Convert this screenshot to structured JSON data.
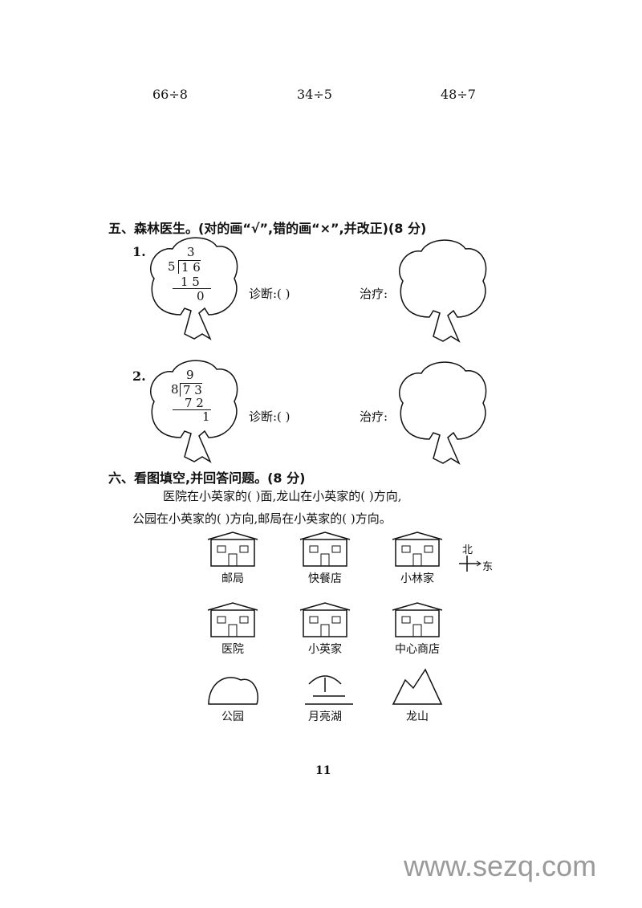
{
  "problems": [
    "66÷8",
    "34÷5",
    "48÷7"
  ],
  "section5": {
    "title": "五、森林医生。(对的画“√”,错的画“×”,并改正)(8 分)",
    "items": [
      {
        "num": "1.",
        "quotient": "3",
        "divisor": "5",
        "dividend": "1 6",
        "product": "1 5",
        "remainder": "0",
        "diagnosis": "诊断:(     )",
        "treatment": "治疗:"
      },
      {
        "num": "2.",
        "quotient": "9",
        "divisor": "8",
        "dividend": "7 3",
        "product": "7 2",
        "remainder": "1",
        "diagnosis": "诊断:(     )",
        "treatment": "治疗:"
      }
    ]
  },
  "section6": {
    "title": "六、看图填空,并回答问题。(8 分)",
    "line1": "医院在小英家的(        )面,龙山在小英家的(        )方向,",
    "line2": "公园在小英家的(        )方向,邮局在小英家的(        )方向。",
    "places": [
      "邮局",
      "快餐店",
      "小林家",
      "医院",
      "小英家",
      "中心商店",
      "公园",
      "月亮湖",
      "龙山"
    ],
    "compass": {
      "north": "北",
      "east": "东"
    }
  },
  "page_number": "11",
  "watermark": "www.sezq.com"
}
